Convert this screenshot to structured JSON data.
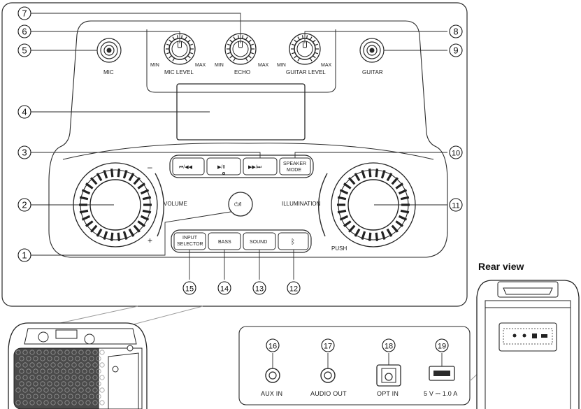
{
  "rear_title": "Rear view",
  "callouts": {
    "c1": "1",
    "c2": "2",
    "c3": "3",
    "c4": "4",
    "c5": "5",
    "c6": "6",
    "c7": "7",
    "c8": "8",
    "c9": "9",
    "c10": "10",
    "c11": "11",
    "c12": "12",
    "c13": "13",
    "c14": "14",
    "c15": "15",
    "c16": "16",
    "c17": "17",
    "c18": "18",
    "c19": "19"
  },
  "labels": {
    "mic": "MIC",
    "guitar": "GUITAR",
    "mic_level": "MIC LEVEL",
    "echo": "ECHO",
    "guitar_level": "GUITAR LEVEL",
    "min": "MIN",
    "max": "MAX",
    "volume": "VOLUME",
    "minus": "–",
    "plus": "+",
    "illumination": "ILLUMINATION",
    "push": "PUSH",
    "power": "⏻/I",
    "skip_back": "⏮/◀◀",
    "play_pause": "▶/II",
    "skip_fwd": "▶▶/⏭",
    "speaker_mode_1": "SPEAKER",
    "speaker_mode_2": "MODE",
    "input_selector_1": "INPUT",
    "input_selector_2": "SELECTOR",
    "bass": "BASS",
    "sound": "SOUND",
    "bluetooth": "ᛒ"
  },
  "ports": {
    "aux_in": "AUX IN",
    "audio_out": "AUDIO OUT",
    "opt_in": "OPT IN",
    "usb": "5 V ⎓ 1.0 A"
  }
}
